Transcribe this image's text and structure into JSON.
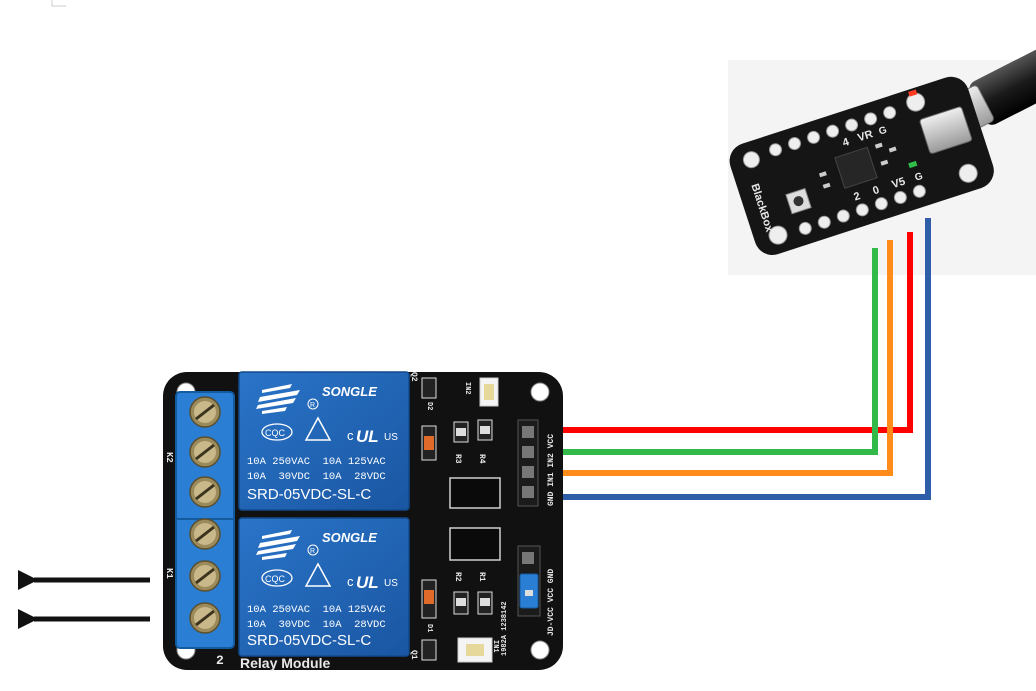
{
  "colors": {
    "wire_red": "#ff0000",
    "wire_green": "#33b84a",
    "wire_orange": "#ff8c1a",
    "wire_blue": "#2f5ea8",
    "pcb": "#111111",
    "relay_body": "#1f64b8",
    "terminal_block": "#2a7fd4",
    "arrow": "#111111"
  },
  "relay_module": {
    "relays": [
      {
        "brand": "SONGLE",
        "cert_left": "CQC",
        "cert_mid": "c",
        "cert_ul": "UL",
        "cert_us": "US",
        "rating_1": "10A 250VAC  10A 125VAC",
        "rating_2": "10A  30VDC  10A  28VDC",
        "model": "SRD-05VDC-SL-C"
      },
      {
        "brand": "SONGLE",
        "cert_left": "CQC",
        "cert_mid": "c",
        "cert_ul": "UL",
        "cert_us": "US",
        "rating_1": "10A 250VAC  10A 125VAC",
        "rating_2": "10A  30VDC  10A  28VDC",
        "model": "SRD-05VDC-SL-C"
      }
    ],
    "silkscreen": {
      "k2": "K2",
      "k1": "K1",
      "input_header": "GND IN1 IN2 VCC",
      "jumper_header": "JD-VCC VCC GND",
      "d2": "D2",
      "d1": "D1",
      "r3": "R3",
      "r4": "R4",
      "r2": "R2",
      "r1": "R1",
      "in2": "IN2",
      "in1": "IN1",
      "q2": "Q2",
      "q1": "Q1",
      "date_code": "1982A 1238142",
      "bottom_digit": "2",
      "bottom_label": "Relay Module"
    }
  },
  "controller": {
    "brand": "BlackBox",
    "labels": {
      "vr": "VR",
      "g_top": "G",
      "four": "4",
      "v5": "V5",
      "g_bottom": "G",
      "zero": "0",
      "two": "2"
    }
  }
}
